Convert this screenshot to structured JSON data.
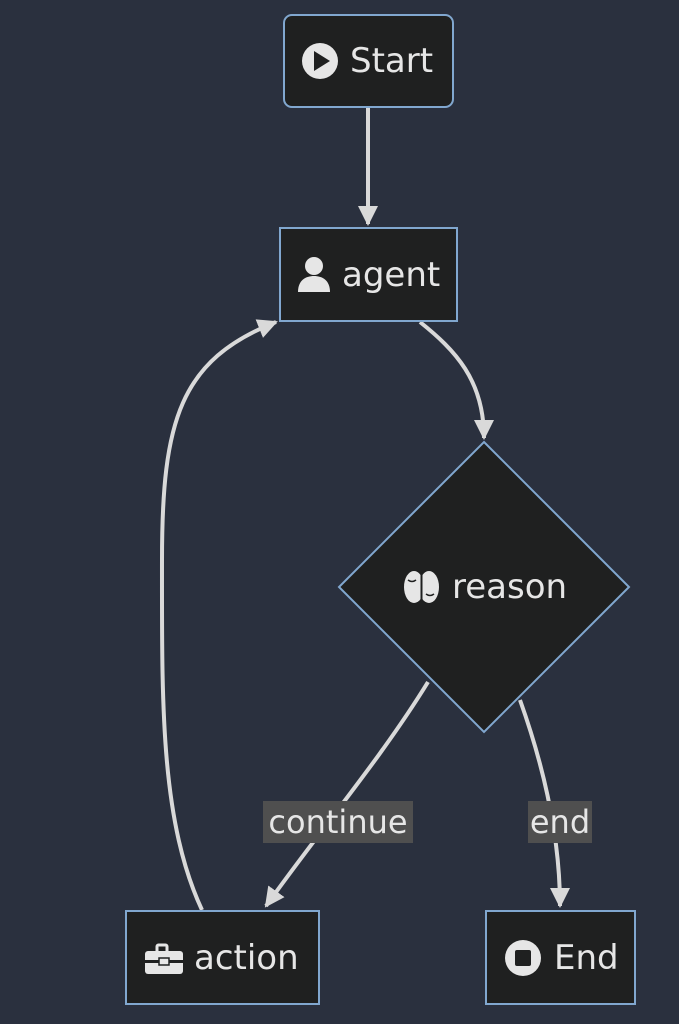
{
  "nodes": {
    "start": {
      "label": "Start",
      "icon": "play-circle-icon"
    },
    "agent": {
      "label": "agent",
      "icon": "user-icon"
    },
    "reason": {
      "label": "reason",
      "icon": "brain-icon"
    },
    "action": {
      "label": "action",
      "icon": "toolbox-icon"
    },
    "end": {
      "label": "End",
      "icon": "stop-circle-icon"
    }
  },
  "edges": {
    "start_agent": {
      "from": "Start",
      "to": "agent"
    },
    "agent_reason": {
      "from": "agent",
      "to": "reason"
    },
    "reason_action": {
      "from": "reason",
      "to": "action",
      "label": "continue"
    },
    "reason_end": {
      "from": "reason",
      "to": "End",
      "label": "end"
    },
    "action_agent": {
      "from": "action",
      "to": "agent"
    }
  },
  "colors": {
    "background": "#2a303e",
    "node_fill": "#1f2020",
    "node_border": "#81a7cf",
    "edge": "#d9d9d9",
    "edge_label_bg": "#4f4f4f",
    "text": "#e6e6e6"
  }
}
